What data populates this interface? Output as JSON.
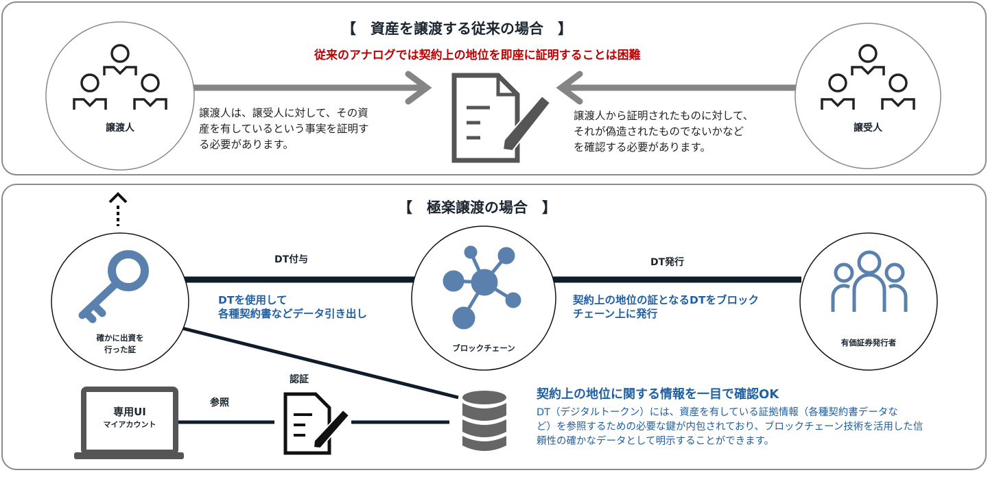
{
  "top": {
    "title": "【　資産を譲渡する従来の場合　】",
    "subtitle": "従来のアナログでは契約上の地位を即座に証明することは困難",
    "transferor": "譲渡人",
    "transferee": "譲受人",
    "left_text": [
      "譲渡人は、譲受人に対して、その資",
      "産を有しているという事実を証明す",
      "る必要があります。"
    ],
    "right_text": [
      "譲渡人から証明されたものに対して、",
      "それが偽造されたものでないかなど",
      "を確認する必要があります。"
    ]
  },
  "bottom": {
    "title": "【　極楽譲渡の場合　】",
    "key_label": [
      "確かに出資を",
      "行った証"
    ],
    "blockchain_label": "ブロックチェーン",
    "issuer_label": "有価証券発行者",
    "dt_grant": "DT付与",
    "dt_issue": "DT発行",
    "grant_desc": [
      "DTを使用して",
      "各種契約書などデータ引き出し"
    ],
    "issue_desc": [
      "契約上の地位の証となるDTをブロック",
      "チェーン上に発行"
    ],
    "auth": "認証",
    "ref": "参照",
    "ui_title": "専用UI",
    "ui_sub": "マイアカウント",
    "info_title": "契約上の地位に関する情報を一目で確認OK",
    "info_text": [
      "DT（デジタルトークン）には、資産を有している証拠情報（各種契約書データな",
      "ど）を参照するための必要な鍵が内包されており、ブロックチェーン技術を活用した信",
      "頼性の確かなデータとして明示することができます。"
    ]
  },
  "colors": {
    "navy": "#0f1c2c",
    "icon_blue": "#5a80ad",
    "text_blue": "#1f5fa3",
    "red": "#c00000",
    "gray": "#808080"
  }
}
